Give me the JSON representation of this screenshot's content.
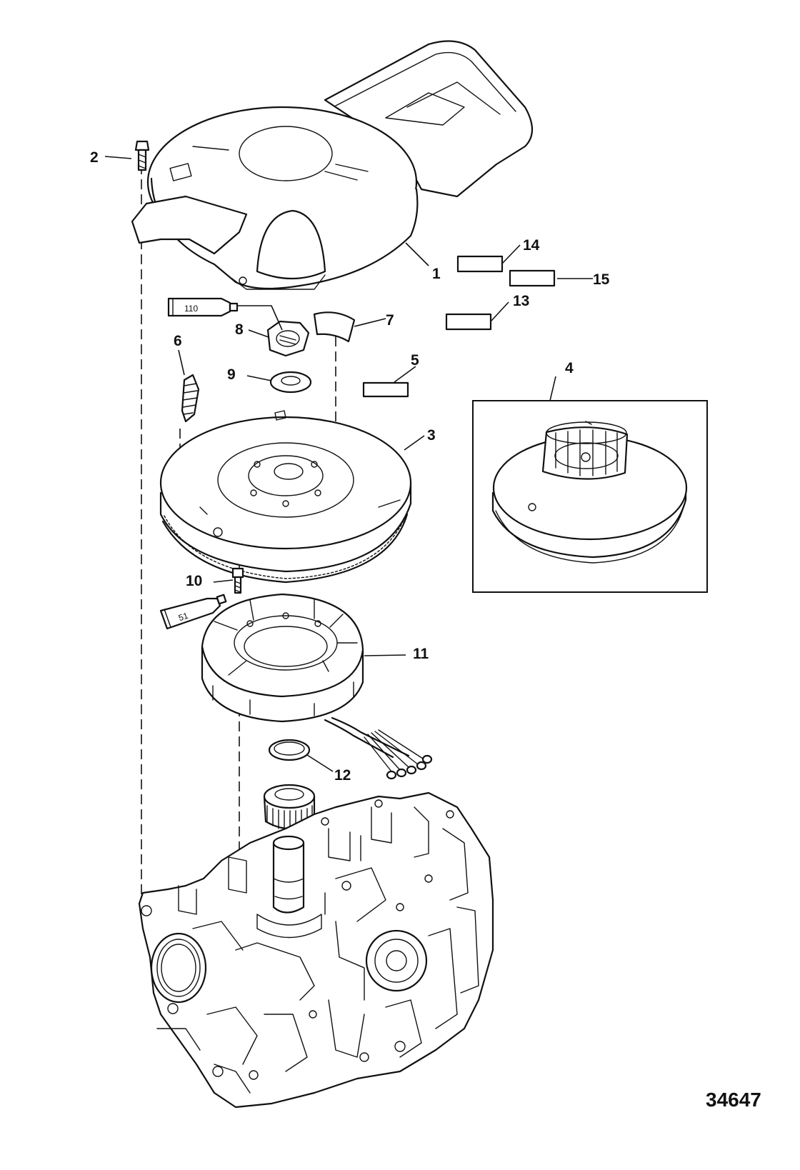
{
  "figure_number": "34647",
  "callouts": {
    "c1": "1",
    "c2": "2",
    "c3": "3",
    "c4": "4",
    "c5": "5",
    "c6": "6",
    "c7": "7",
    "c8": "8",
    "c9": "9",
    "c10": "10",
    "c11": "11",
    "c12": "12",
    "c13": "13",
    "c14": "14",
    "c15": "15"
  },
  "tube_labels": {
    "upper": "110",
    "lower": "51"
  }
}
